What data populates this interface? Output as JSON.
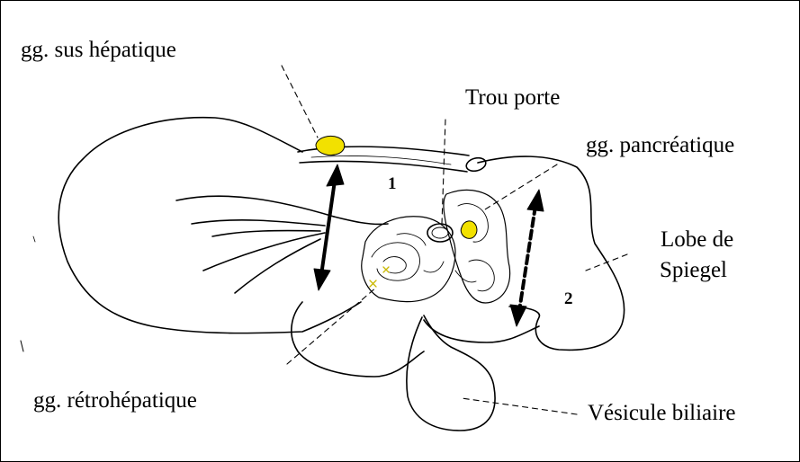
{
  "labels": {
    "sus_hepatique": "gg. sus hépatique",
    "trou_porte": "Trou porte",
    "pancreatique": "gg. pancréatique",
    "lobe_line1": "Lobe de",
    "lobe_line2": "Spiegel",
    "retrohepatique": "gg. rétrohépatique",
    "vesicule": "Vésicule biliaire",
    "num1": "1",
    "num2": "2"
  },
  "colors": {
    "lymph_node": "#f2e100",
    "line": "#000000"
  }
}
